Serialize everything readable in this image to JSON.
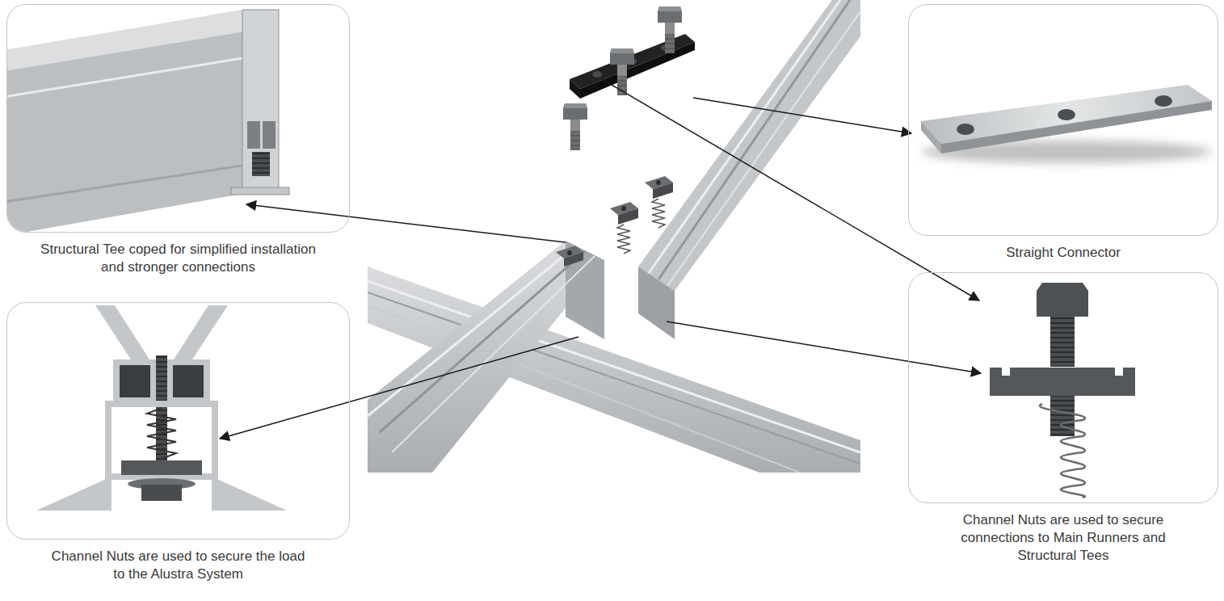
{
  "diagram": {
    "nodes": [
      {
        "text": [
          "Structural Tee coped for simplified installation and stronger connections"
        ]
      },
      {
        "text": [
          "Straight Connector"
        ]
      },
      {
        "text": [
          "Channel Nuts are used to secure the load to the Alustra System"
        ]
      },
      {
        "text": [
          "Channel Nuts are used to secure connections to Main Runners and Structural Tees"
        ]
      }
    ]
  }
}
